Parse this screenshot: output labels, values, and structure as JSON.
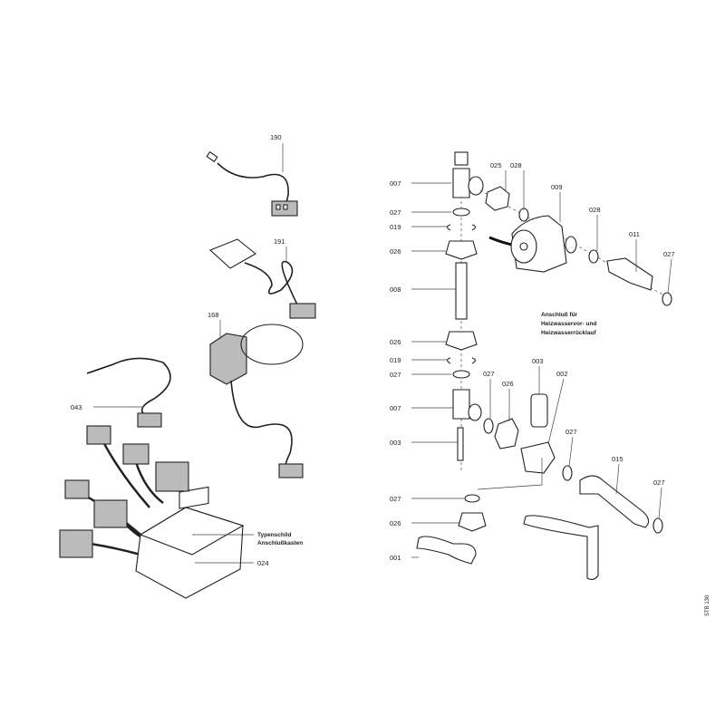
{
  "labels": {
    "p190": "190",
    "p191": "191",
    "p168": "168",
    "p043": "043",
    "typenschild": "Typenschild",
    "anschlusskasten": "Anschlußkasten",
    "p024": "024",
    "l007a": "007",
    "l027a": "027",
    "l019a": "019",
    "l026a": "026",
    "l008": "008",
    "l026b": "026",
    "l019b": "019",
    "l027b": "027",
    "l007b": "007",
    "l003a": "003",
    "l027c": "027",
    "l026c": "026",
    "l001": "001",
    "t025": "025",
    "t028a": "028",
    "t009": "009",
    "t028b": "028",
    "t011": "011",
    "t027": "027",
    "m027": "027",
    "m026": "026",
    "m003": "003",
    "m002": "002",
    "m027b": "027",
    "m015": "015",
    "m027c": "027"
  },
  "note": [
    "Anschluß für",
    "Heizwasservor- und",
    "Heizwasserrücklauf"
  ],
  "side_code": "STB 130"
}
